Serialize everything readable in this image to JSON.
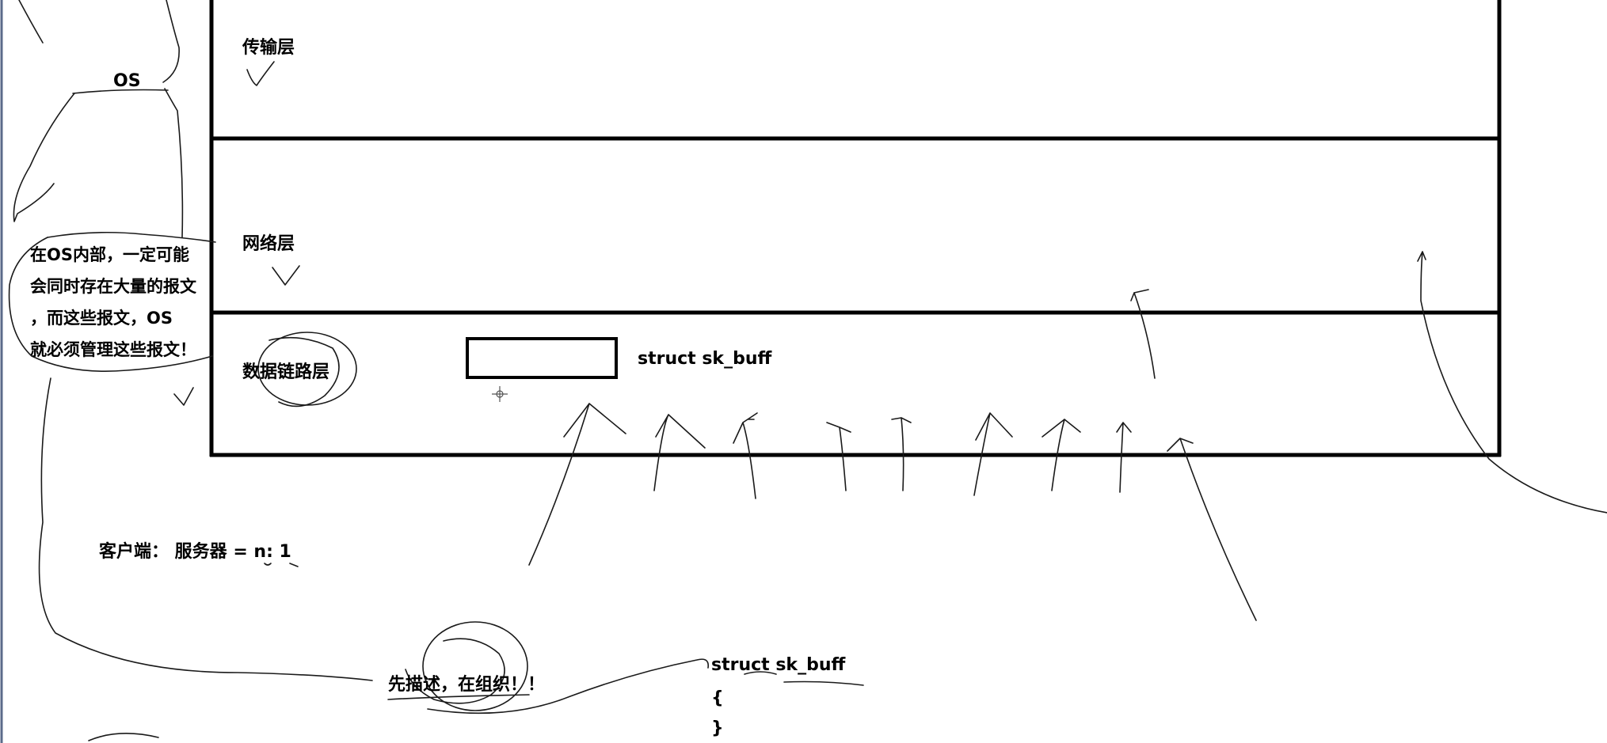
{
  "layers": [
    {
      "label": "传输层"
    },
    {
      "label": "网络层"
    },
    {
      "label": "数据链路层"
    }
  ],
  "os_label": "OS",
  "os_note_lines": [
    "在OS内部，一定可能",
    "会同时存在大量的报文",
    "，而这些报文，OS",
    "就必须管理这些报文！"
  ],
  "packet_label": "struct sk_buff",
  "ratio_text": "客户端： 服务器 = n: 1",
  "principle_text": "先描述，在组织！！",
  "code": {
    "line1": "struct sk_buff",
    "line2": "{",
    "line3": "}"
  }
}
